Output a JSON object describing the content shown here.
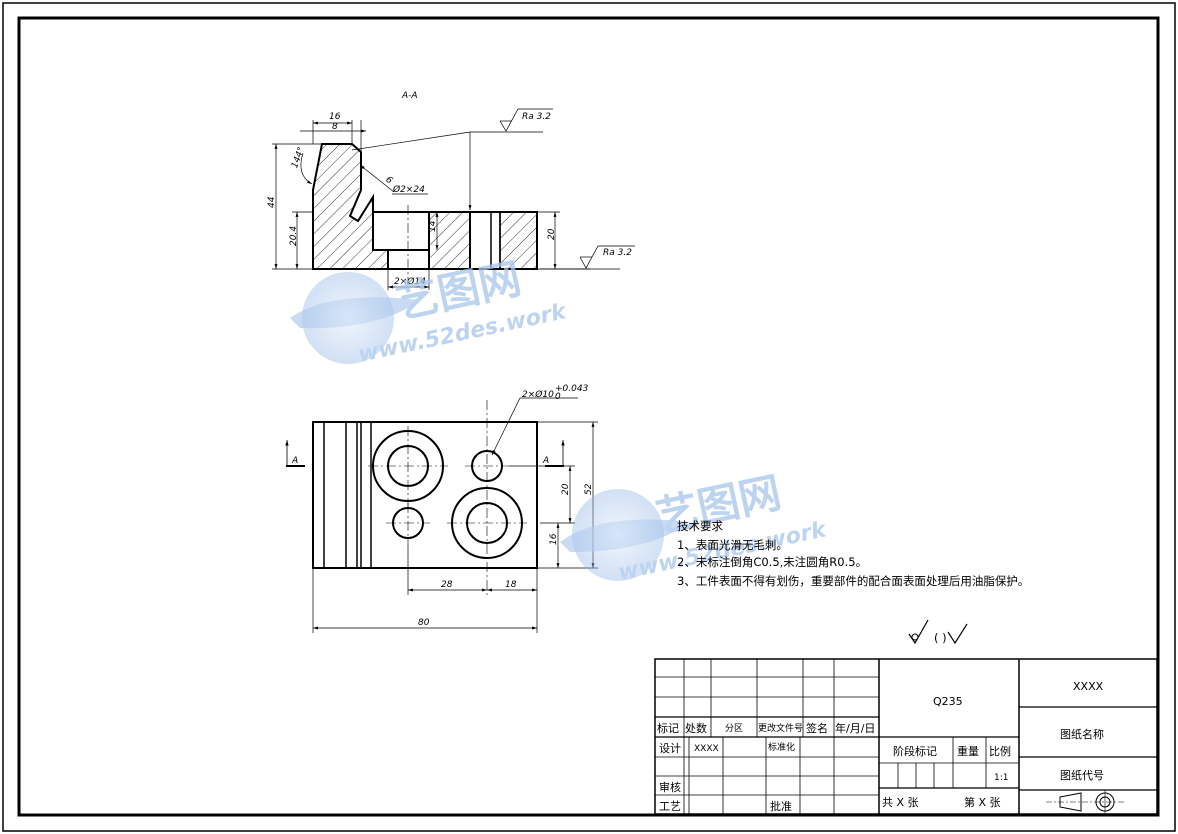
{
  "section_view": {
    "label": "A-A",
    "dims": {
      "top_16": "16",
      "top_8": "8",
      "angle": "144°",
      "h_44": "44",
      "h_20_4": "20.4",
      "groove_6": "6",
      "counterbore": "Ø2×24",
      "depth_14": "14",
      "h_20": "20",
      "holes_bottom": "2×Ø14"
    },
    "roughness_1": "Ra 3.2",
    "roughness_2": "Ra 3.2"
  },
  "plan_view": {
    "section_mark_left": "A",
    "section_mark_right": "A",
    "hole_callout": "2×Ø10",
    "hole_tol_upper": "+0.043",
    "hole_tol_lower": "0",
    "dims": {
      "d20": "20",
      "d52": "52",
      "d16": "16",
      "d28": "28",
      "d18": "18",
      "d80": "80"
    }
  },
  "watermark": {
    "brand": "艺图网",
    "url": "www.52des.work"
  },
  "technical_requirements": {
    "title": "技术要求",
    "items": [
      "1、表面光滑无毛刺。",
      "2、未标注倒角C0.5,未注圆角R0.5。",
      "3、工件表面不得有划伤，重要部件的配合面表面处理后用油脂保护。"
    ]
  },
  "surface_symbol_text": "(  )",
  "title_block": {
    "hdr_mark": "标记",
    "hdr_count": "处数",
    "hdr_zone": "分区",
    "hdr_doc": "更改文件号",
    "hdr_sign": "签名",
    "hdr_date": "年/月/日",
    "design_label": "设计",
    "design_value": "XXXX",
    "standard_label": "标准化",
    "review_label": "审核",
    "process_label": "工艺",
    "approve_label": "批准",
    "material": "Q235",
    "stage_label": "阶段标记",
    "weight_label": "重量",
    "scale_label": "比例",
    "scale_value": "1:1",
    "sheets_total": "共  X  张",
    "sheet_no": "第  X  张",
    "company": "XXXX",
    "drawing_name": "图纸名称",
    "drawing_code": "图纸代号"
  }
}
